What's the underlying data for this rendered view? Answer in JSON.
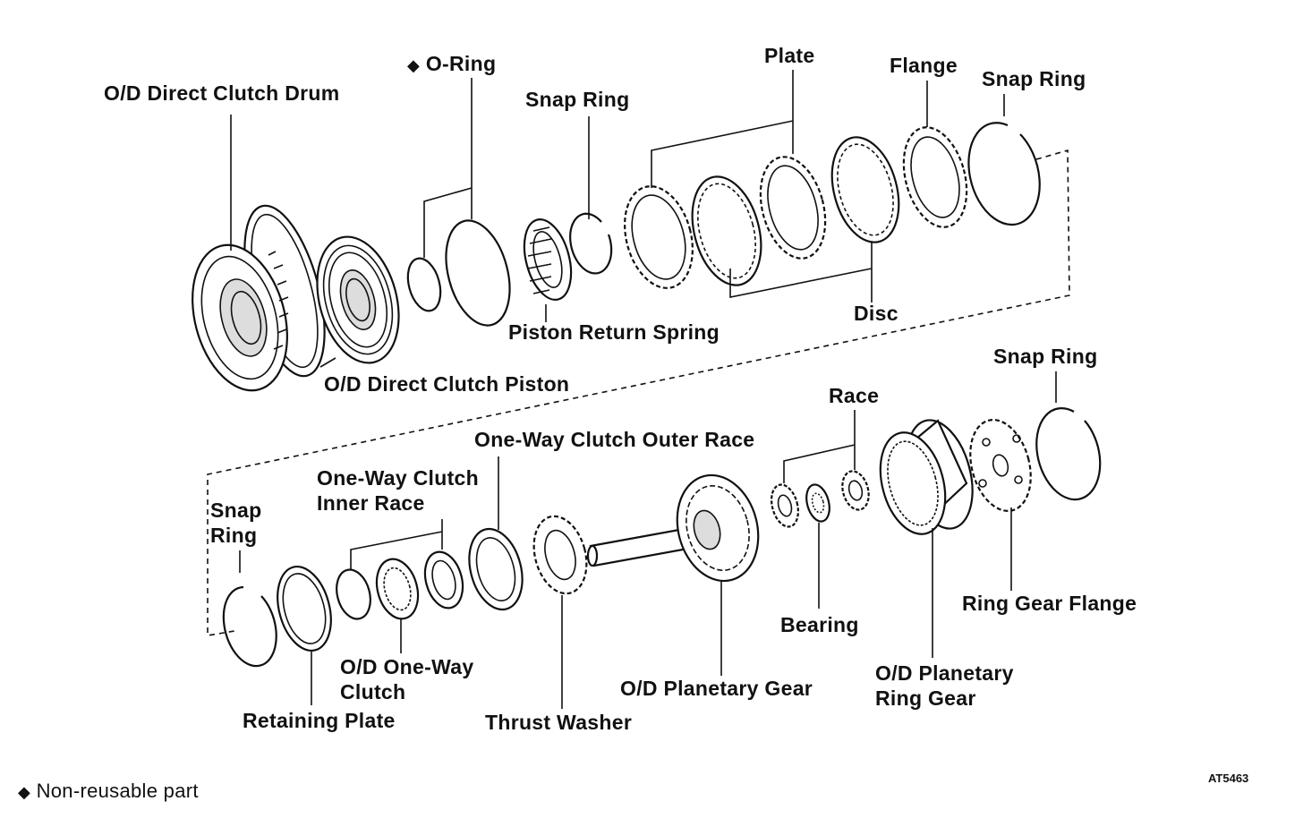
{
  "figure_code": "AT5463",
  "legend": {
    "marker": "◆",
    "text": "Non-reusable part"
  },
  "labels": {
    "od_direct_clutch_drum": "O/D Direct Clutch Drum",
    "o_ring_marker": "◆",
    "o_ring": "O-Ring",
    "snap_ring_top": "Snap Ring",
    "plate": "Plate",
    "flange": "Flange",
    "snap_ring_top_right": "Snap Ring",
    "piston_return_spring": "Piston Return Spring",
    "disc": "Disc",
    "od_direct_clutch_piston": "O/D Direct Clutch Piston",
    "snap_ring_right": "Snap Ring",
    "race": "Race",
    "one_way_clutch_outer_race": "One-Way Clutch Outer Race",
    "one_way_clutch_inner_race": [
      "One-Way Clutch",
      "Inner Race"
    ],
    "snap_ring_left": [
      "Snap",
      "Ring"
    ],
    "bearing": "Bearing",
    "ring_gear_flange": "Ring Gear Flange",
    "od_one_way_clutch": [
      "O/D One-Way",
      "Clutch"
    ],
    "od_planetary_gear": "O/D Planetary Gear",
    "od_planetary_ring_gear": [
      "O/D Planetary",
      "Ring Gear"
    ],
    "retaining_plate": "Retaining Plate",
    "thrust_washer": "Thrust Washer"
  }
}
